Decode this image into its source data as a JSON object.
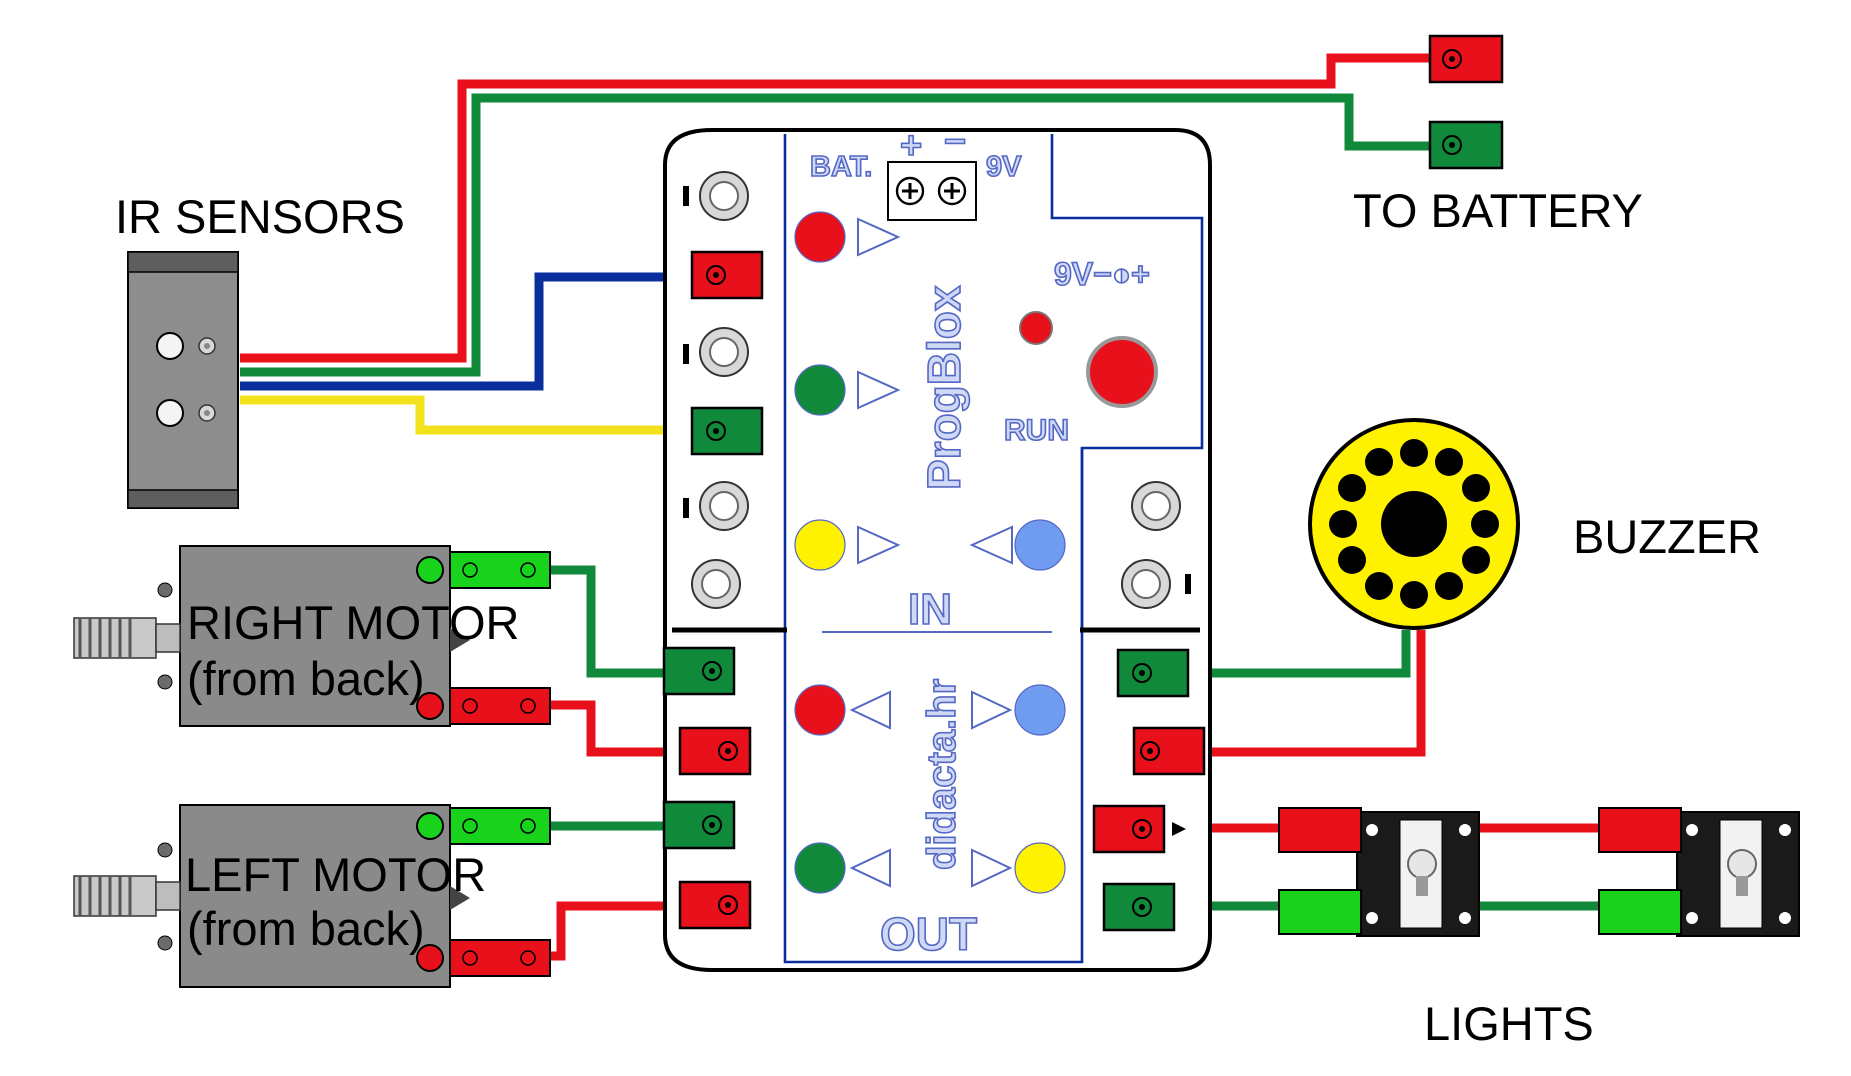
{
  "labels": {
    "ir_sensors": "IR SENSORS",
    "to_battery": "TO BATTERY",
    "buzzer": "BUZZER",
    "lights": "LIGHTS",
    "right_motor_l1": "RIGHT MOTOR",
    "right_motor_l2": "(from back)",
    "left_motor_l1": "LEFT MOTOR",
    "left_motor_l2": "(from back)"
  },
  "board": {
    "bat": "BAT.",
    "plus": "+",
    "minus": "−",
    "nine_v": "9V",
    "power_jack": "9V−◑+",
    "brand": "ProgBlox",
    "run": "RUN",
    "in": "IN",
    "out": "OUT",
    "website": "didacta.hr"
  },
  "colors": {
    "red": "#e8101a",
    "green": "#11893a",
    "light_green": "#18d21c",
    "blue": "#0a2f9c",
    "yellow": "#fff200",
    "led_blue": "#6f9cf0",
    "grey": "#8a8a8a"
  }
}
